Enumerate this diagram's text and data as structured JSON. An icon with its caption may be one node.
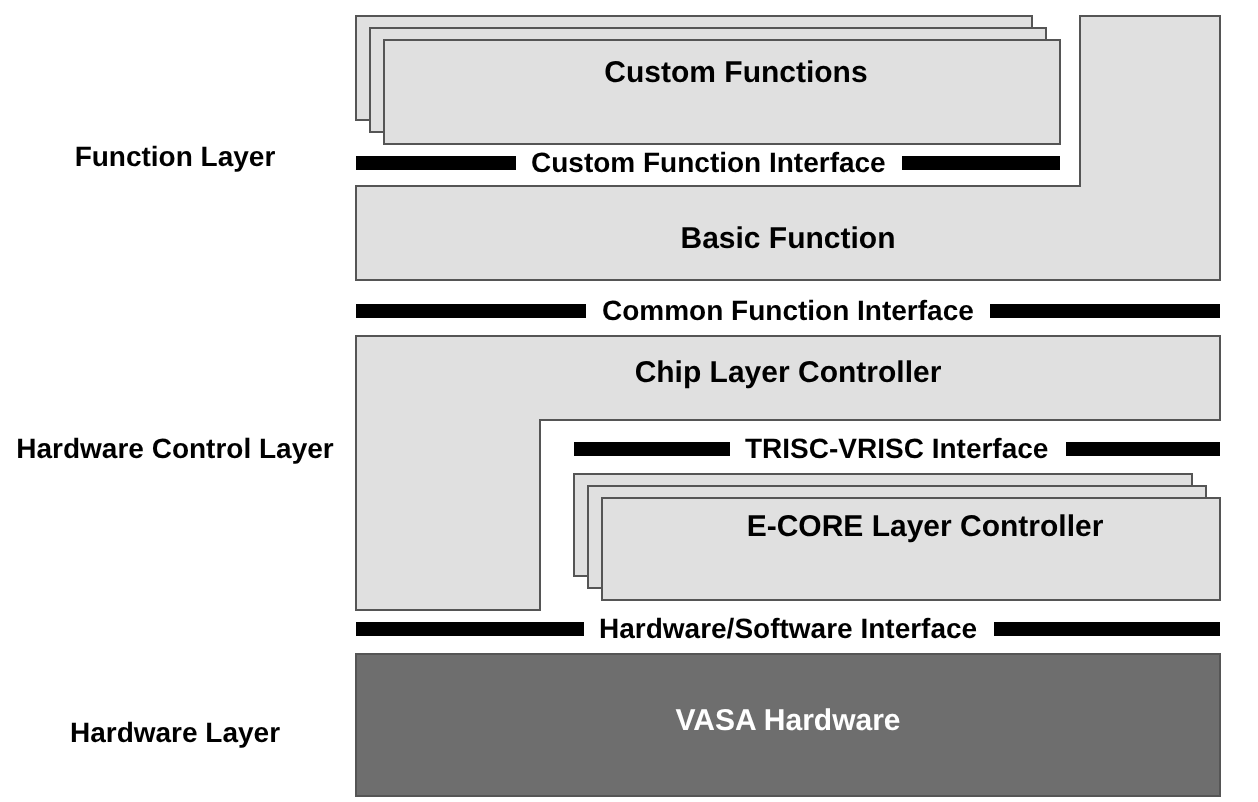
{
  "diagram": {
    "nodes": [
      {
        "text": [
          "Custom Functions"
        ]
      },
      {
        "text": [
          "Basic Function"
        ]
      },
      {
        "text": [
          "Chip Layer Controller"
        ]
      },
      {
        "text": [
          "E-CORE Layer Controller"
        ]
      },
      {
        "text": [
          "VASA Hardware"
        ]
      }
    ],
    "labels": [
      "Function Layer",
      "Custom Function Interface",
      "Common Function Interface",
      "Hardware Control Layer",
      "TRISC-VRISC Interface",
      "Hardware/Software Interface",
      "Hardware Layer"
    ]
  }
}
